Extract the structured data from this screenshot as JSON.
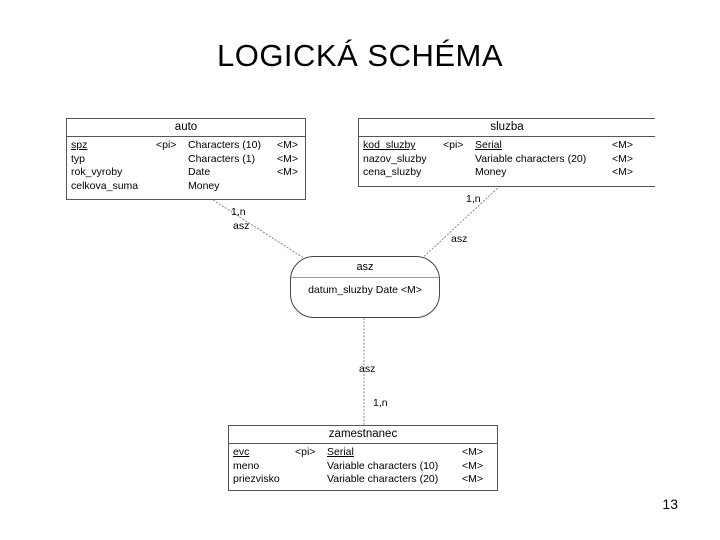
{
  "title": "LOGICKÁ SCHÉMA",
  "page_number": "13",
  "entities": {
    "auto": {
      "name": "auto",
      "attributes": [
        {
          "name": "spz",
          "key": "<pi>",
          "type": "Characters (10)",
          "mandatory": "<M>"
        },
        {
          "name": "typ",
          "key": "",
          "type": "Characters (1)",
          "mandatory": "<M>"
        },
        {
          "name": "rok_vyroby",
          "key": "",
          "type": "Date",
          "mandatory": "<M>"
        },
        {
          "name": "celkova_suma",
          "key": "",
          "type": "Money",
          "mandatory": ""
        }
      ]
    },
    "sluzba": {
      "name": "sluzba",
      "attributes": [
        {
          "name": "kod_sluzby",
          "key": "<pi>",
          "type": "Serial",
          "mandatory": "<M>"
        },
        {
          "name": "nazov_sluzby",
          "key": "",
          "type": "Variable characters (20)",
          "mandatory": "<M>"
        },
        {
          "name": "cena_sluzby",
          "key": "",
          "type": "Money",
          "mandatory": "<M>"
        }
      ]
    },
    "zamestnanec": {
      "name": "zamestnanec",
      "attributes": [
        {
          "name": "evc",
          "key": "<pi>",
          "type": "Serial",
          "mandatory": "<M>"
        },
        {
          "name": "meno",
          "key": "",
          "type": "Variable characters (10)",
          "mandatory": "<M>"
        },
        {
          "name": "priezvisko",
          "key": "",
          "type": "Variable characters (20)",
          "mandatory": "<M>"
        }
      ]
    }
  },
  "relationship": {
    "name": "asz",
    "attribute": "datum_sluzby  Date  <M>"
  },
  "link_labels": {
    "auto_cardinality": "1,n",
    "auto_role": "asz",
    "sluzba_cardinality": "1,n",
    "sluzba_role": "asz",
    "zamestnanec_role": "asz",
    "zamestnanec_cardinality": "1,n"
  },
  "colors": {
    "line": "#888888",
    "border": "#555555",
    "background": "#ffffff"
  }
}
